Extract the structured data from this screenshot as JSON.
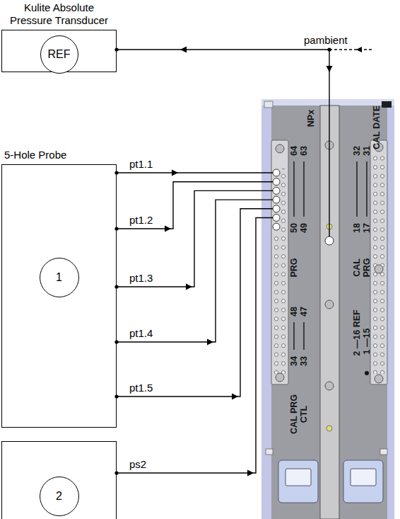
{
  "diagram": {
    "nodes": [
      {
        "text": [
          "Kulite Absolute Pressure Transducer",
          "REF"
        ]
      },
      {
        "text": [
          "5-Hole Probe",
          "1"
        ]
      },
      {
        "text": [
          "2"
        ]
      },
      {
        "text": [
          "NPx"
        ]
      }
    ],
    "edges": [
      {
        "from": 1,
        "to": 3,
        "arrow": "to",
        "label": "pt1.1"
      },
      {
        "from": 1,
        "to": 3,
        "arrow": "to",
        "label": "pt1.2"
      },
      {
        "from": 1,
        "to": 3,
        "arrow": "to",
        "label": "pt1.3"
      },
      {
        "from": 1,
        "to": 3,
        "arrow": "to",
        "label": "pt1.4"
      },
      {
        "from": 1,
        "to": 3,
        "arrow": "to",
        "label": "pt1.5"
      },
      {
        "from": 2,
        "to": 3,
        "arrow": "to",
        "label": "ps2"
      },
      {
        "from": 0,
        "to": 3,
        "arrow": "both",
        "label": "pambient"
      }
    ],
    "labels": [
      "CAL DATE",
      "64",
      "63",
      "50",
      "49",
      "PRG",
      "48",
      "47",
      "34",
      "33",
      "CAL PRG",
      "CTL",
      "32",
      "31",
      "18",
      "17",
      "CAL",
      "PRG",
      "2 —16 REF",
      "1 —15"
    ]
  }
}
